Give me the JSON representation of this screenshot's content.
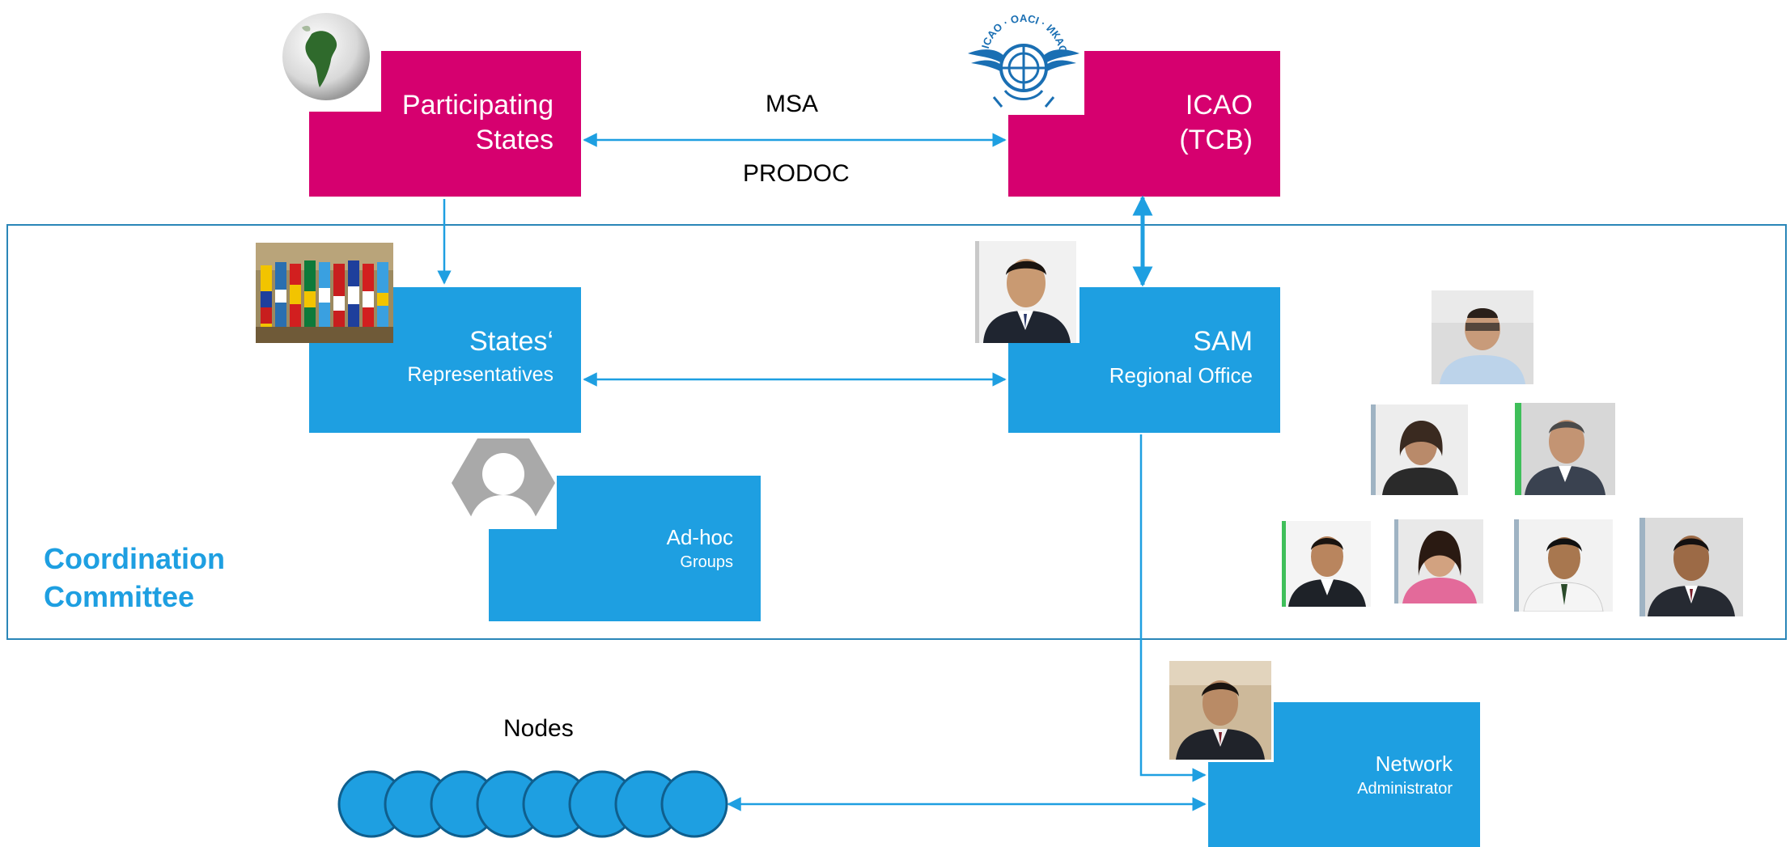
{
  "boxes": {
    "participating_states": {
      "line1": "Participating",
      "line2": "States"
    },
    "icao": {
      "line1": "ICAO",
      "line2": "(TCB)"
    },
    "states_representatives": {
      "line1": "States‘",
      "line2": "Representatives"
    },
    "sam_office": {
      "line1": "SAM",
      "line2": "Regional Office"
    },
    "adhoc_groups": {
      "line1": "Ad-hoc",
      "line2": "Groups"
    },
    "network_admin": {
      "line1": "Network",
      "line2": "Administrator"
    }
  },
  "labels": {
    "msa": "MSA",
    "prodoc": "PRODOC",
    "nodes": "Nodes"
  },
  "committee": {
    "line1": "Coordination",
    "line2": "Committee"
  },
  "logo_text": "ICAO · OACI · ИКАО",
  "node_count": 8,
  "colors": {
    "magenta": "#d6006f",
    "blue": "#1e9fe1",
    "committee_border": "#2a86b8",
    "arrow": "#1e9fe1"
  },
  "icons": [
    "globe-icon",
    "icao-emblem-icon",
    "flags-photo",
    "generic-user-icon",
    "portrait-photo"
  ]
}
